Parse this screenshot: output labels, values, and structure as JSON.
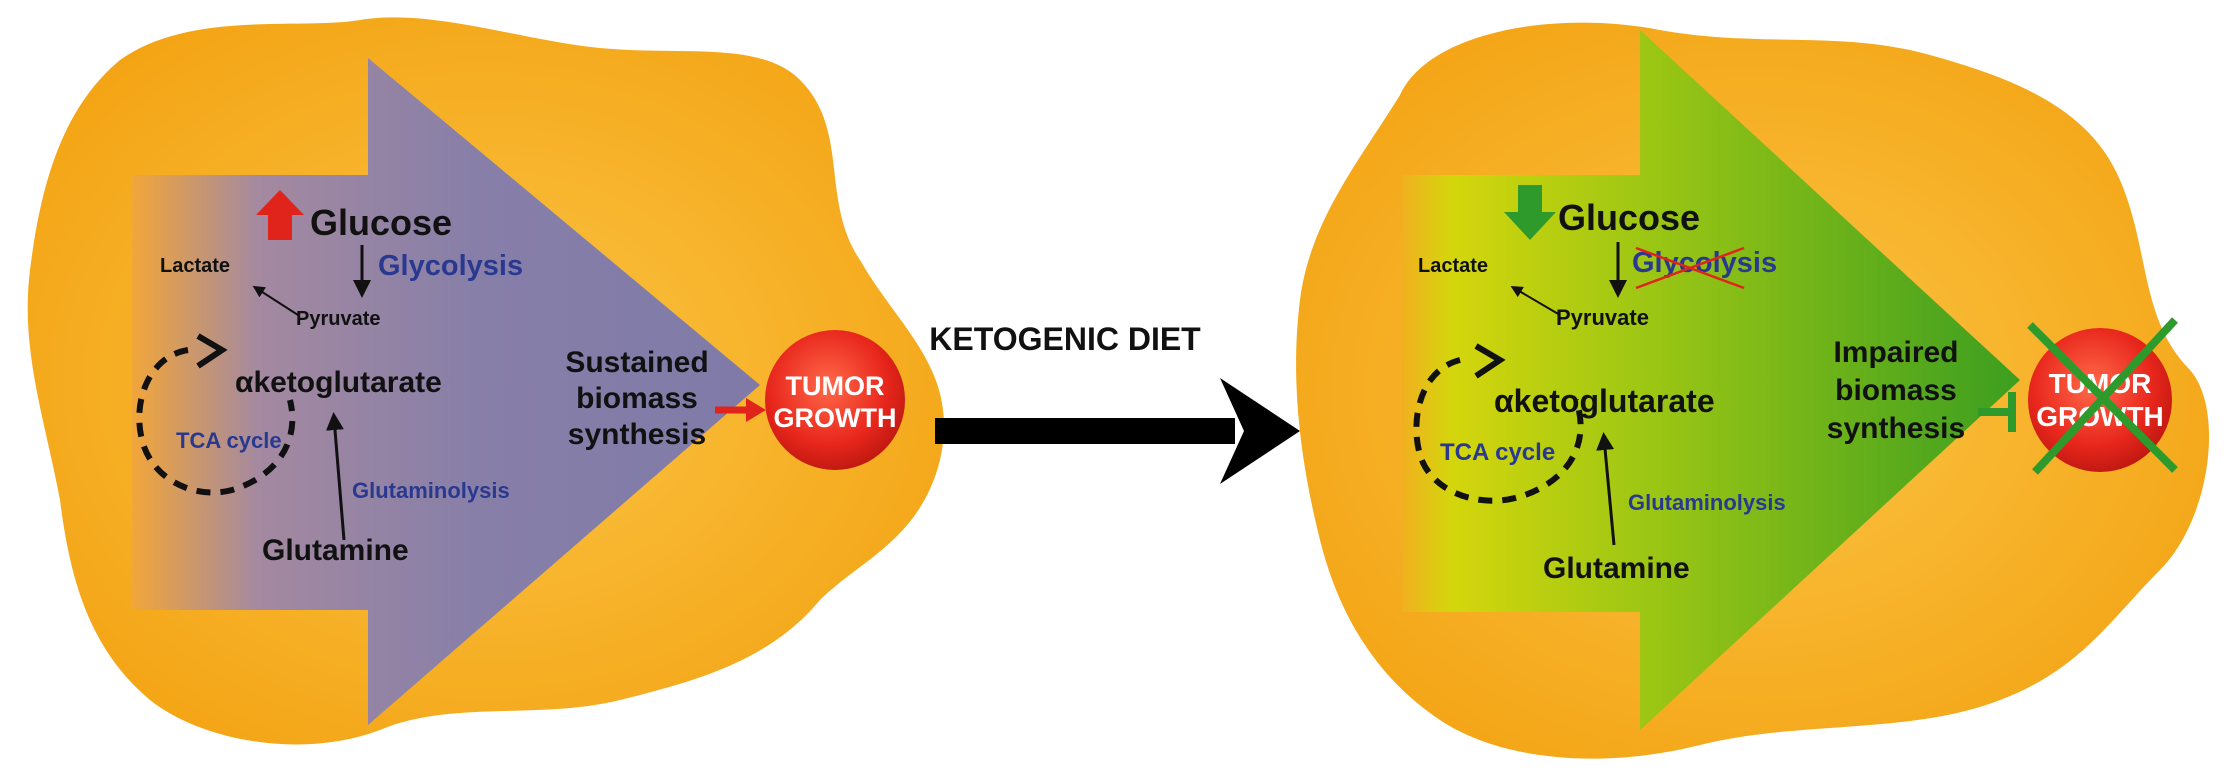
{
  "center": {
    "label": "KETOGENIC DIET"
  },
  "left": {
    "glucose": "Glucose",
    "glycolysis": "Glycolysis",
    "lactate": "Lactate",
    "pyruvate": "Pyruvate",
    "akg": "αketoglutarate",
    "tca": "TCA cycle",
    "glutaminolysis": "Glutaminolysis",
    "glutamine": "Glutamine",
    "outcome": [
      "Sustained",
      "biomass",
      "synthesis"
    ],
    "tumor": [
      "TUMOR",
      "GROWTH"
    ],
    "glucose_arrow": "up"
  },
  "right": {
    "glucose": "Glucose",
    "glycolysis": "Glycolysis",
    "lactate": "Lactate",
    "pyruvate": "Pyruvate",
    "akg": "αketoglutarate",
    "tca": "TCA cycle",
    "glutaminolysis": "Glutaminolysis",
    "glutamine": "Glutamine",
    "outcome": [
      "Impaired",
      "biomass",
      "synthesis"
    ],
    "tumor": [
      "TUMOR",
      "GROWTH"
    ],
    "glucose_arrow": "down"
  },
  "colors": {
    "cell": "#f6ad1c",
    "cell_light": "#fcc445",
    "left_arrow": "#8a7ea8",
    "right_arrow_start": "#c5d20a",
    "right_arrow_end": "#4aa51d",
    "tumor": "#e82a1f",
    "up_arrow": "#e0241c",
    "down_arrow": "#2f9a2c",
    "text_blue": "#2a3990"
  }
}
